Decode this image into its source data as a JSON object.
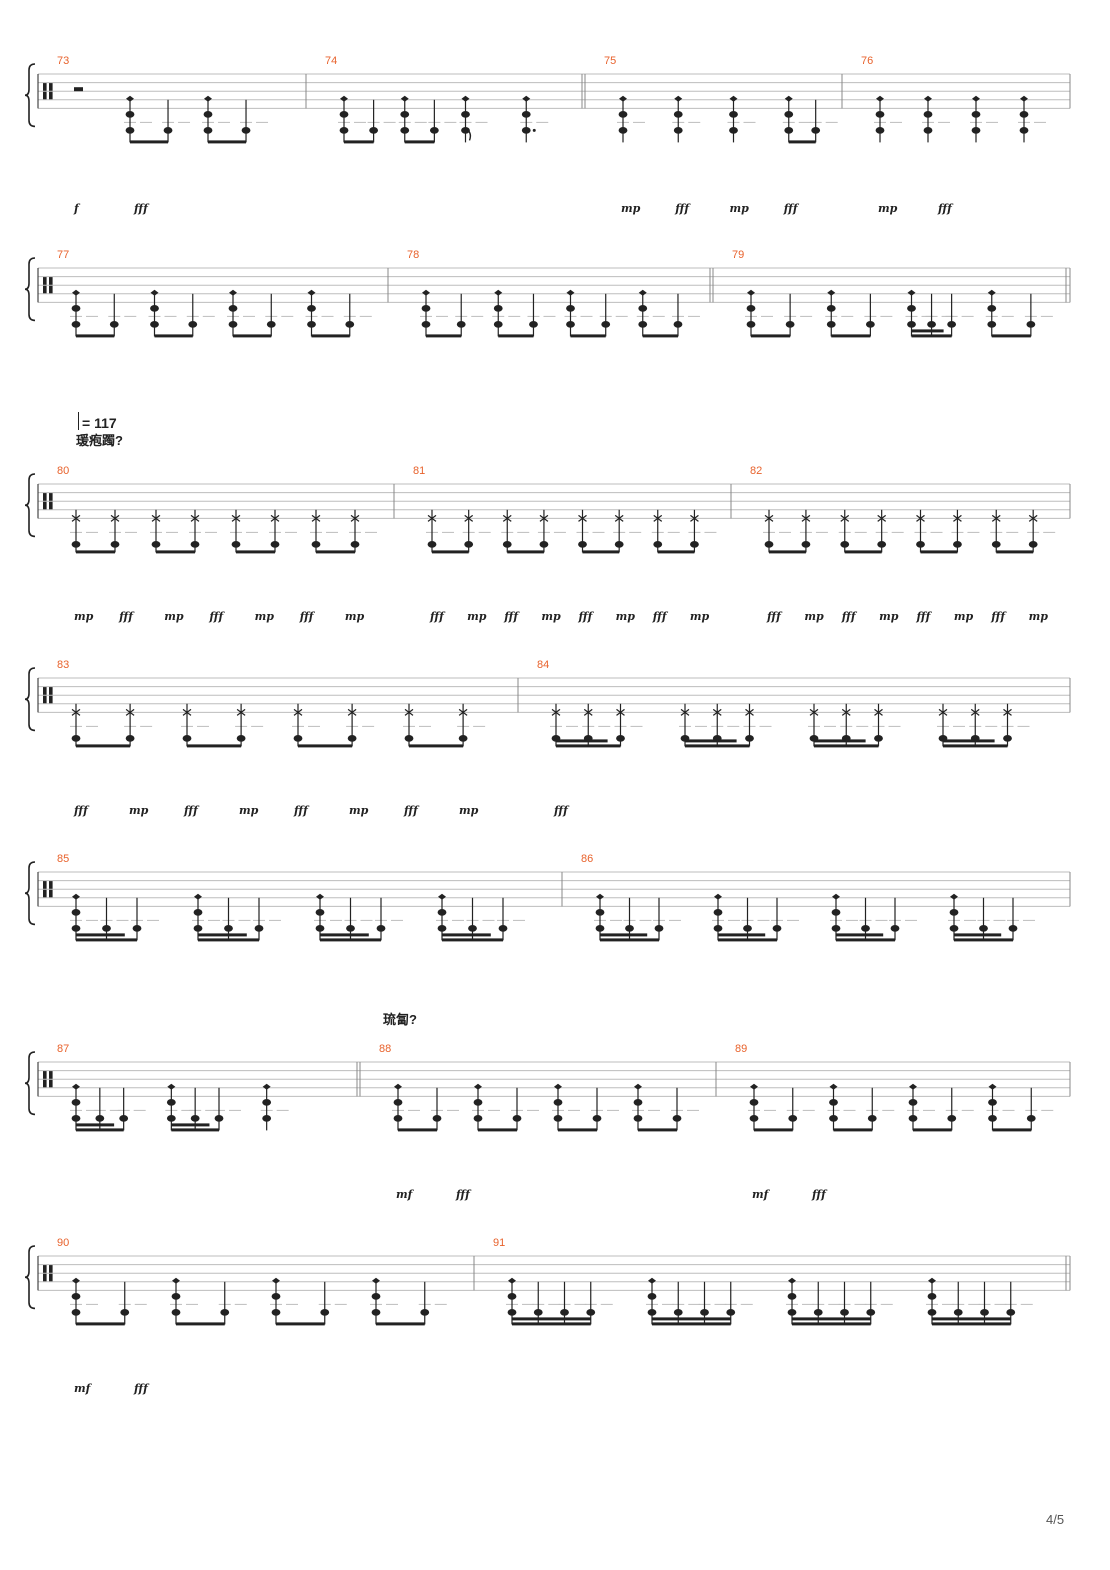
{
  "page": {
    "page_number": "4/5"
  },
  "tempo": {
    "label": "= 117"
  },
  "section_labels": [
    "瑗疱躅?",
    "琉匐?"
  ],
  "colors": {
    "measure_number": "#e8622c",
    "ink": "#222222",
    "staff_line": "#bdbdbd"
  },
  "systems": [
    {
      "measures": [
        {
          "number": "73",
          "rest": "half",
          "beats": [
            "8,8",
            "8,8"
          ],
          "dynamics": [
            "f",
            "fff"
          ]
        },
        {
          "number": "74",
          "beats": [
            "8,8",
            "8,8",
            "8",
            "4."
          ],
          "dynamics": []
        },
        {
          "number": "75",
          "beats": [
            "4",
            "4",
            "4",
            "8,8"
          ],
          "dynamics": [
            "mp",
            "fff",
            "mp",
            "fff"
          ]
        },
        {
          "number": "76",
          "beats": [
            "4",
            "4",
            "4",
            "4"
          ],
          "dynamics": [
            "mp",
            "fff"
          ]
        }
      ]
    },
    {
      "measures": [
        {
          "number": "77",
          "beats": [
            "8,8",
            "8,8",
            "8,8",
            "8,8"
          ],
          "dynamics": []
        },
        {
          "number": "78",
          "beats": [
            "8,8",
            "8,8",
            "8,8",
            "8,8"
          ],
          "dynamics": []
        },
        {
          "number": "79",
          "beats": [
            "8,8",
            "8,8",
            "16,16,8",
            "8,8"
          ],
          "dynamics": []
        }
      ]
    },
    {
      "measures": [
        {
          "number": "80",
          "beats": [
            "8,8",
            "8,8",
            "8,8",
            "8,8"
          ],
          "dynamics": [
            "mp",
            "fff",
            "mp",
            "fff",
            "mp",
            "fff",
            "mp"
          ]
        },
        {
          "number": "81",
          "beats": [
            "8,8",
            "8,8",
            "8,8",
            "8,8"
          ],
          "dynamics": [
            "fff",
            "mp",
            "fff",
            "mp",
            "fff",
            "mp",
            "fff",
            "mp"
          ]
        },
        {
          "number": "82",
          "beats": [
            "8,8",
            "8,8",
            "8,8",
            "8,8"
          ],
          "dynamics": [
            "fff",
            "mp",
            "fff",
            "mp",
            "fff",
            "mp",
            "fff",
            "mp"
          ]
        }
      ]
    },
    {
      "measures": [
        {
          "number": "83",
          "beats": [
            "8,8",
            "8,8",
            "8,8",
            "8,8"
          ],
          "dynamics": [
            "fff",
            "mp",
            "fff",
            "mp",
            "fff",
            "mp",
            "fff",
            "mp"
          ]
        },
        {
          "number": "84",
          "beats": [
            "16,16,8",
            "16,16,8",
            "16,16,8",
            "16,16,8"
          ],
          "dynamics": [
            "fff"
          ]
        }
      ]
    },
    {
      "measures": [
        {
          "number": "85",
          "beats": [
            "16,16,8",
            "16,16,8",
            "16,16,8",
            "16,16,8"
          ],
          "dynamics": []
        },
        {
          "number": "86",
          "beats": [
            "16,16,8",
            "16,16,8",
            "16,16,8",
            "16,16,8"
          ],
          "dynamics": []
        }
      ]
    },
    {
      "measures": [
        {
          "number": "87",
          "beats": [
            "16,16,8",
            "16,16,8",
            "4"
          ],
          "dynamics": []
        },
        {
          "number": "88",
          "beats": [
            "8,8",
            "8,8",
            "8,8",
            "8,8"
          ],
          "dynamics": [
            "mf",
            "fff"
          ]
        },
        {
          "number": "89",
          "beats": [
            "8,8",
            "8,8",
            "8,8",
            "8,8"
          ],
          "dynamics": [
            "mf",
            "fff"
          ]
        }
      ]
    },
    {
      "measures": [
        {
          "number": "90",
          "beats": [
            "8,8",
            "8,8",
            "8,8",
            "8,8"
          ],
          "dynamics": [
            "mf",
            "fff"
          ]
        },
        {
          "number": "91",
          "beats": [
            "16,16,16,16",
            "16,16,16,16",
            "16,16,16,16",
            "16,16,16,16"
          ],
          "dynamics": []
        }
      ]
    }
  ]
}
